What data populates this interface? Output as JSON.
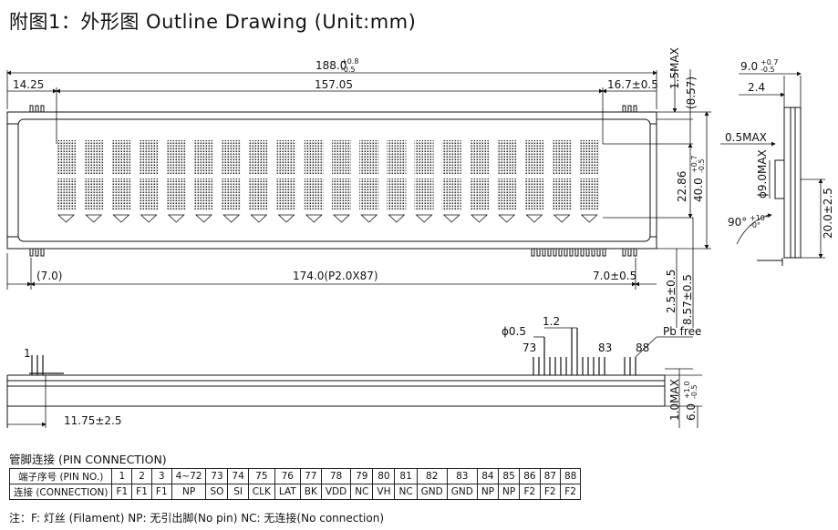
{
  "title": "附图1：外形图  Outline Drawing (Unit:mm)",
  "dims": {
    "overall_w": "188.0",
    "overall_w_tol_up": "+0.8",
    "overall_w_tol_dn": "-0.5",
    "left_off": "14.25",
    "view_w": "157.05",
    "right_off": "16.7±0.5",
    "top_max": "1.5MAX",
    "top_857": "(8.57)",
    "h_2286": "22.86",
    "h_40": "40.0",
    "h_40_tol_up": "+0.7",
    "h_40_tol_dn": "-0.5",
    "pin_left": "(7.0)",
    "pin_span": "174.0(P2.0X87)",
    "pin_right": "7.0±0.5",
    "bot_25": "2.5±0.5",
    "bot_857": "8.57±0.5",
    "side_9": "9.0",
    "side_9_tol_up": "+0.7",
    "side_9_tol_dn": "-0.5",
    "side_24": "2.4",
    "side_05max": "0.5MAX",
    "side_phi9": "ϕ9.0MAX",
    "side_20": "20.0±2.5",
    "side_90": "90°",
    "side_90_tol_up": "+10°",
    "side_90_tol_dn": "-0°",
    "phi05": "ϕ0.5",
    "p12": "1.2",
    "pin73": "73",
    "pin83": "83",
    "pin88": "88",
    "pbfree": "Pb free",
    "pin1": "1",
    "d1175": "11.75±2.5",
    "d10max": "1.0MAX",
    "d6": "6.0",
    "d6_tol_up": "+1.0",
    "d6_tol_dn": "-0.5"
  },
  "pin_section_title": "管脚连接 (PIN CONNECTION)",
  "pin_table": {
    "row1_header": "端子序号 (PIN NO.)",
    "row2_header": "连接 (CONNECTION)",
    "pin_numbers": [
      "1",
      "2",
      "3",
      "4~72",
      "73",
      "74",
      "75",
      "76",
      "77",
      "78",
      "79",
      "80",
      "81",
      "82",
      "83",
      "84",
      "85",
      "86",
      "87",
      "88"
    ],
    "connections": [
      "F1",
      "F1",
      "F1",
      "NP",
      "SO",
      "SI",
      "CLK",
      "LAT",
      "BK",
      "VDD",
      "NC",
      "VH",
      "NC",
      "GND",
      "GND",
      "NP",
      "NP",
      "F2",
      "F2",
      "F2"
    ]
  },
  "note": "注：F: 灯丝 (Filament)   NP: 无引出脚(No pin)   NC: 无连接(No connection)"
}
